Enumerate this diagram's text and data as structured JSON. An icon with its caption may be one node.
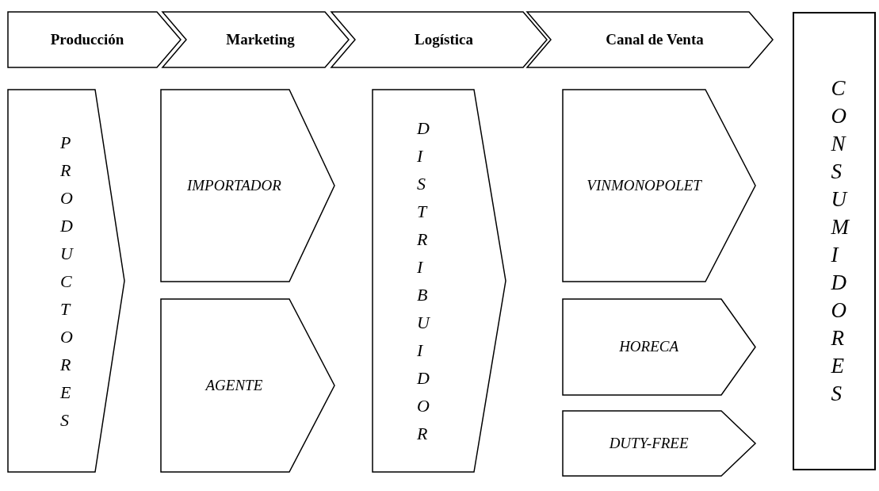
{
  "diagram": {
    "nodes": [
      {
        "text": [
          "Producción"
        ]
      },
      {
        "text": [
          "Marketing"
        ]
      },
      {
        "text": [
          "Logística"
        ]
      },
      {
        "text": [
          "Canal de Venta"
        ]
      },
      {
        "text": [
          "PRODUCTORES"
        ]
      },
      {
        "text": [
          "IMPORTADOR"
        ]
      },
      {
        "text": [
          "AGENTE"
        ]
      },
      {
        "text": [
          "DISTRIBUIDOR"
        ]
      },
      {
        "text": [
          "VINMONOPOLET"
        ]
      },
      {
        "text": [
          "HORECA"
        ]
      },
      {
        "text": [
          "DUTY-FREE"
        ]
      },
      {
        "text": [
          "CONSUMIDORES"
        ]
      }
    ]
  }
}
